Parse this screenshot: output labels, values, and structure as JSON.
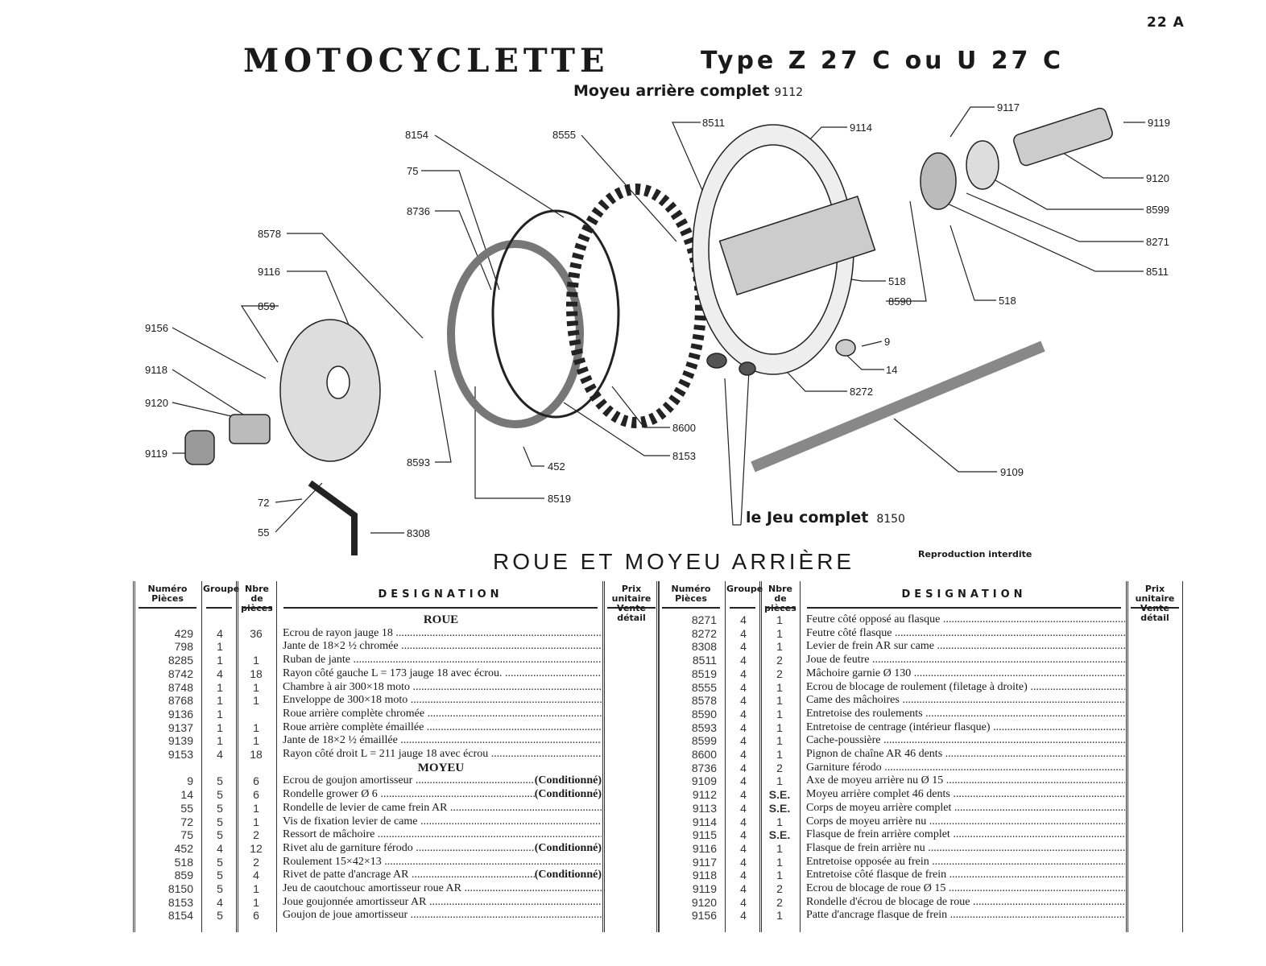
{
  "page_number": "22 A",
  "title": "MOTOCYCLETTE",
  "type_label": "Type Z 27 C ou U 27 C",
  "subtitle": {
    "text": "Moyeu arrière complet",
    "number": "9112"
  },
  "diagram": {
    "callouts": [
      "8154",
      "8555",
      "8511",
      "9114",
      "9117",
      "9119",
      "9120",
      "8599",
      "8271",
      "8511",
      "75",
      "8736",
      "8578",
      "9116",
      "859",
      "9156",
      "9118",
      "9120",
      "9119",
      "518",
      "8590",
      "518",
      "9",
      "14",
      "8272",
      "8600",
      "8153",
      "452",
      "8593",
      "8519",
      "9109",
      "72",
      "55",
      "8308"
    ],
    "jeu_complet": {
      "text": "le Jeu complet",
      "number": "8150"
    }
  },
  "section_title": "ROUE ET MOYEU ARRIÈRE",
  "notice": "Reproduction interdite",
  "table_headers": {
    "numero": "Numéro Pièces",
    "groupe": "Groupe",
    "nbre": "Nbre de pièces",
    "designation": "DESIGNATION",
    "prix": "Prix unitaire Vente détail"
  },
  "left_table": [
    {
      "section": "ROUE"
    },
    {
      "num": "429",
      "grp": "4",
      "qty": "36",
      "des": "Ecrou de rayon jauge 18"
    },
    {
      "num": "798",
      "grp": "1",
      "qty": "",
      "des": "Jante de 18×2 ½ chromée"
    },
    {
      "num": "8285",
      "grp": "1",
      "qty": "1",
      "des": "Ruban de jante"
    },
    {
      "num": "8742",
      "grp": "4",
      "qty": "18",
      "des": "Rayon côté gauche L = 173 jauge 18 avec écrou."
    },
    {
      "num": "8748",
      "grp": "1",
      "qty": "1",
      "des": "Chambre à air 300×18 moto"
    },
    {
      "num": "8768",
      "grp": "1",
      "qty": "1",
      "des": "Enveloppe de 300×18 moto"
    },
    {
      "num": "9136",
      "grp": "1",
      "qty": "",
      "des": "Roue arrière complète chromée"
    },
    {
      "num": "9137",
      "grp": "1",
      "qty": "1",
      "des": "Roue arrière complète émaillée"
    },
    {
      "num": "9139",
      "grp": "1",
      "qty": "1",
      "des": "Jante de 18×2 ½ émaillée"
    },
    {
      "num": "9153",
      "grp": "4",
      "qty": "18",
      "des": "Rayon côté droit L = 211 jauge 18 avec écrou"
    },
    {
      "section": "MOYEU"
    },
    {
      "num": "9",
      "grp": "5",
      "qty": "6",
      "des": "Ecrou de goujon amortisseur",
      "note": "(Conditionné)"
    },
    {
      "num": "14",
      "grp": "5",
      "qty": "6",
      "des": "Rondelle grower Ø 6",
      "note": "(Conditionné)"
    },
    {
      "num": "55",
      "grp": "5",
      "qty": "1",
      "des": "Rondelle de levier de came frein AR"
    },
    {
      "num": "72",
      "grp": "5",
      "qty": "1",
      "des": "Vis de fixation levier de came"
    },
    {
      "num": "75",
      "grp": "5",
      "qty": "2",
      "des": "Ressort de mâchoire"
    },
    {
      "num": "452",
      "grp": "4",
      "qty": "12",
      "des": "Rivet alu de garniture férodo",
      "note": "(Conditionné)"
    },
    {
      "num": "518",
      "grp": "5",
      "qty": "2",
      "des": "Roulement 15×42×13"
    },
    {
      "num": "859",
      "grp": "5",
      "qty": "4",
      "des": "Rivet de patte d'ancrage AR",
      "note": "(Conditionné)"
    },
    {
      "num": "8150",
      "grp": "5",
      "qty": "1",
      "des": "Jeu de caoutchouc amortisseur roue AR"
    },
    {
      "num": "8153",
      "grp": "4",
      "qty": "1",
      "des": "Joue goujonnée amortisseur AR"
    },
    {
      "num": "8154",
      "grp": "5",
      "qty": "6",
      "des": "Goujon de joue amortisseur"
    }
  ],
  "right_table": [
    {
      "num": "8271",
      "grp": "4",
      "qty": "1",
      "des": "Feutre côté opposé au flasque"
    },
    {
      "num": "8272",
      "grp": "4",
      "qty": "1",
      "des": "Feutre côté flasque"
    },
    {
      "num": "8308",
      "grp": "4",
      "qty": "1",
      "des": "Levier de frein AR sur came"
    },
    {
      "num": "8511",
      "grp": "4",
      "qty": "2",
      "des": "Joue de feutre"
    },
    {
      "num": "8519",
      "grp": "4",
      "qty": "2",
      "des": "Mâchoire garnie Ø 130"
    },
    {
      "num": "8555",
      "grp": "4",
      "qty": "1",
      "des": "Ecrou de blocage de roulement (filetage à droite)"
    },
    {
      "num": "8578",
      "grp": "4",
      "qty": "1",
      "des": "Came des mâchoires"
    },
    {
      "num": "8590",
      "grp": "4",
      "qty": "1",
      "des": "Entretoise des roulements"
    },
    {
      "num": "8593",
      "grp": "4",
      "qty": "1",
      "des": "Entretoise de centrage (intérieur flasque)"
    },
    {
      "num": "8599",
      "grp": "4",
      "qty": "1",
      "des": "Cache-poussière"
    },
    {
      "num": "8600",
      "grp": "4",
      "qty": "1",
      "des": "Pignon de chaîne AR 46 dents"
    },
    {
      "num": "8736",
      "grp": "4",
      "qty": "2",
      "des": "Garniture férodo"
    },
    {
      "num": "9109",
      "grp": "4",
      "qty": "1",
      "des": "Axe de moyeu arrière nu Ø 15"
    },
    {
      "num": "9112",
      "grp": "4",
      "qty": "S.E.",
      "des": "Moyeu arrière complet 46 dents"
    },
    {
      "num": "9113",
      "grp": "4",
      "qty": "S.E.",
      "des": "Corps de moyeu arrière complet"
    },
    {
      "num": "9114",
      "grp": "4",
      "qty": "1",
      "des": "Corps de moyeu arrière nu"
    },
    {
      "num": "9115",
      "grp": "4",
      "qty": "S.E.",
      "des": "Flasque de frein arrière complet"
    },
    {
      "num": "9116",
      "grp": "4",
      "qty": "1",
      "des": "Flasque de frein arrière nu"
    },
    {
      "num": "9117",
      "grp": "4",
      "qty": "1",
      "des": "Entretoise opposée au frein"
    },
    {
      "num": "9118",
      "grp": "4",
      "qty": "1",
      "des": "Entretoise côté flasque de frein"
    },
    {
      "num": "9119",
      "grp": "4",
      "qty": "2",
      "des": "Ecrou de blocage de roue Ø 15"
    },
    {
      "num": "9120",
      "grp": "4",
      "qty": "2",
      "des": "Rondelle d'écrou de blocage de roue"
    },
    {
      "num": "9156",
      "grp": "4",
      "qty": "1",
      "des": "Patte d'ancrage flasque de frein"
    }
  ]
}
